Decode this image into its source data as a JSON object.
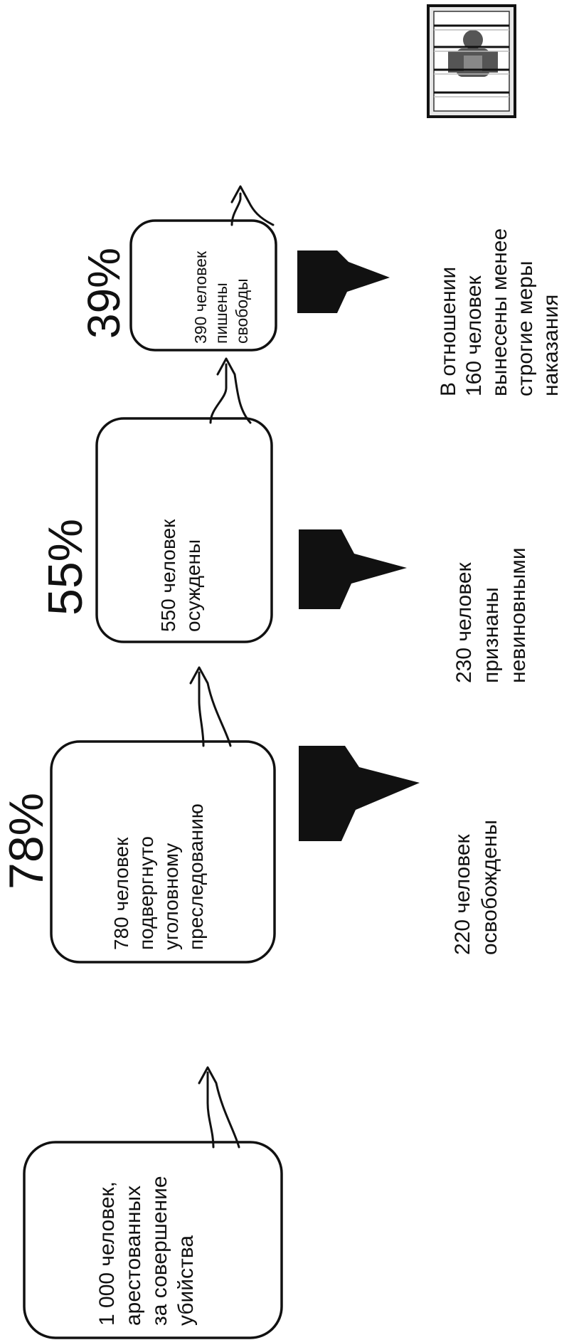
{
  "stages": [
    {
      "id": "arrested",
      "percent": "",
      "lines": [
        "1 000 человек,",
        "арестованных",
        "за совершение",
        "убийства"
      ],
      "outcome": []
    },
    {
      "id": "prosecuted",
      "percent": "78%",
      "lines": [
        "780 человек",
        "подвергнуто",
        "уголовному",
        "преследованию"
      ],
      "outcome": [
        "220 человек",
        "освобождены"
      ]
    },
    {
      "id": "convicted",
      "percent": "55%",
      "lines": [
        "550 человек",
        "осуждены"
      ],
      "outcome": [
        "230 человек",
        "признаны",
        "невиновными"
      ]
    },
    {
      "id": "imprisoned",
      "percent": "39%",
      "lines": [
        "390 человек",
        "пишены",
        "свободы"
      ],
      "outcome": [
        "В отношении",
        "160 человек",
        "вынесены менее",
        "строгие меры",
        "наказания"
      ]
    }
  ],
  "icons": {
    "prison": "prisoner-behind-bars-icon",
    "flow": "upward-curved-arrow-icon",
    "outcome": "black-arrow-icon"
  }
}
